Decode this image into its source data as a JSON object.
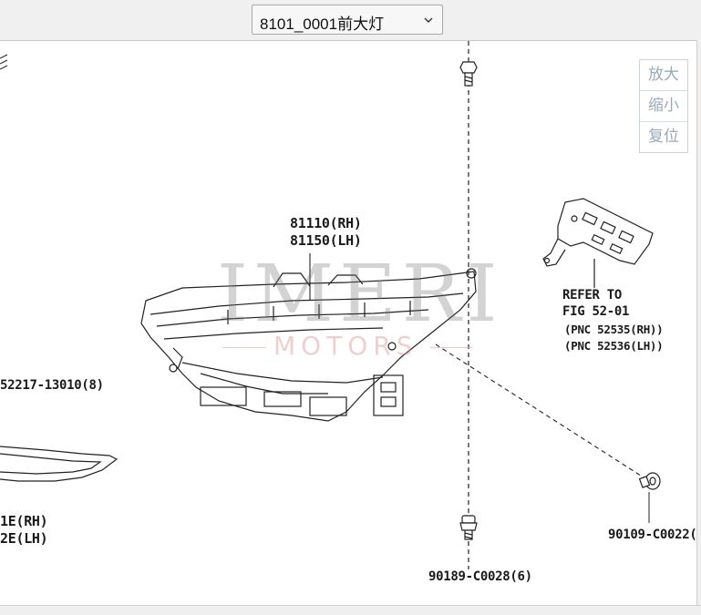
{
  "toolbar": {
    "diagram_select_value": "8101_0001前大灯"
  },
  "zoom_controls": {
    "zoom_in": "放大",
    "zoom_out": "缩小",
    "reset": "复位"
  },
  "watermark": {
    "brand": "IMERI",
    "sub": "MOTORS"
  },
  "callouts": {
    "headlamp_rh": "81110(RH)",
    "headlamp_lh": "81150(LH)",
    "refer_line1": "REFER TO",
    "refer_line2": "FIG 52-01",
    "refer_line3": "(PNC 52535(RH))",
    "refer_line4": "(PNC 52536(LH))",
    "part_52217": "52217-13010(8)",
    "part_left_rh": "1E(RH)",
    "part_left_lh": "2E(LH)",
    "part_90189": "90189-C0028(6)",
    "part_90109": "90109-C0022("
  }
}
